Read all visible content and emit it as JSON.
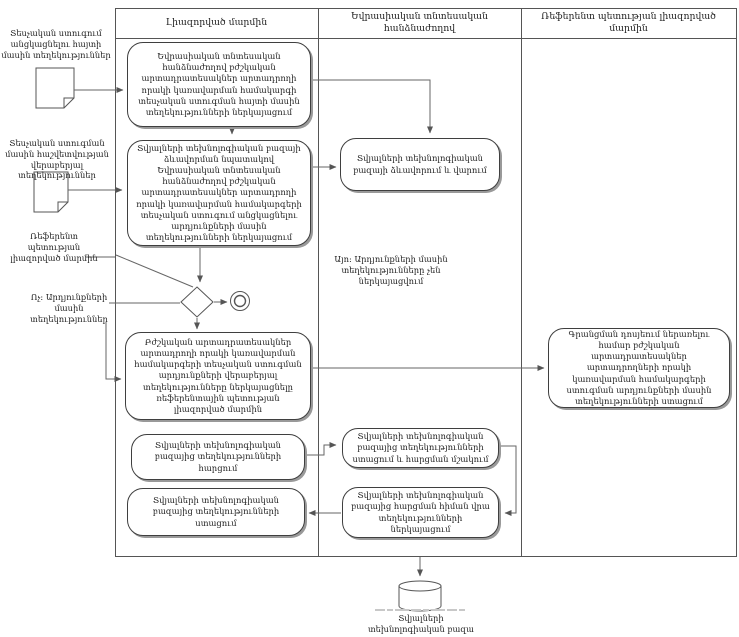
{
  "lanes": {
    "authorized_body": "Լիազորված մարմին",
    "eec": "Եվրասիական տնտեսական հանձնաժողով",
    "referent_state_body": "Ռեֆերենտ պետության լիազորված մարմին"
  },
  "activities": {
    "submit_inspection_application": "Եվրասիական տնտեսական հանձնաժողով բժշկական արտադրատեսակներ արտադրողի որակի կառավարման համակարգի տեսչական ստուգման հայտի մասին տեղեկությունների ներկայացում",
    "submit_inspection_results": "Տվյալների տեխնոլոգիական բազայի ձևավորման նպատակով Եվրասիական տնտեսական հանձնաժողով բժշկական արտադրատեսակներ արտադրողի որակի կառավարման համակարգերի տեսչական ստուգում անցկացնելու արդյունքների մասին տեղեկությունների ներկայացում",
    "form_maintain_db": "Տվյալների տեխնոլոգիական բազայի ձևավորում և վարում",
    "submit_results_to_referent": "Բժշկական արտադրատեսակներ արտադրողի որակի կառավարման համակարգերի տեսչական ստուգման արդյունքների վերաբերյալ տեղեկությունները ներկայացնելը ռեֆերենտային պետության լիազորված մարմին",
    "receive_results_for_dossier": "Գրանցման դոսյեում ներառելու համար բժշկական արտադրատեսակներ արտադրողների որակի կառավարման համակարգերի ստուգման արդյունքների մասին տեղեկությունների ստացում",
    "request_info_from_db": "Տվյալների տեխնոլոգիական բազայից տեղեկությունների հարցում",
    "receive_and_process_request": "Տվյալների տեխնոլոգիական բազայից տեղեկությունների ստացում և հարցման մշակում",
    "provide_info_on_request": "Տվյալների տեխնոլոգիական բազայից հարցման հիման վրա տեղեկությունների ներկայացում",
    "receive_info_from_db": "Տվյալների տեխնոլոգիական բազայից տեղեկությունների ստացում"
  },
  "annotations": {
    "note_application": "Տեսչական ստուգում անցկացնելու հայտի մասին տեղեկություններ",
    "note_report": "Տեսչական ստուգման մասին հաշվետվության վերաբերյալ տեղեկություններ",
    "referent_body_label": "Ռեֆերենտ պետության լիազորված մարմին",
    "branch_no": "Ոչ: Արդյունքների մասին տեղեկություններ",
    "branch_yes": "Այո: Արդյունքների մասին տեղեկությունները չեն ներկայացվում"
  },
  "database": {
    "label": "Տվյալների տեխնոլոգիական բազա"
  },
  "colors": {
    "line": "#666666",
    "box_border": "#3f3f3f",
    "box_shadow": "#999999",
    "text": "#1d1d1d",
    "background": "#ffffff"
  }
}
